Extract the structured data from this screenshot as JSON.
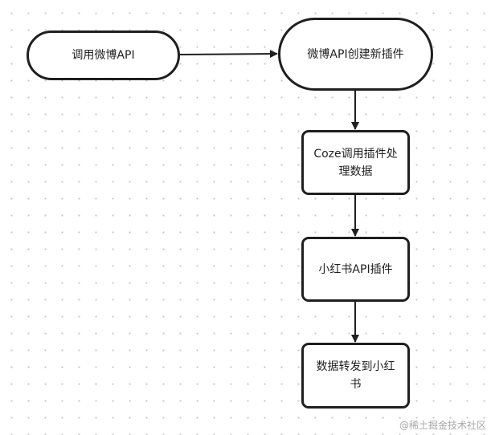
{
  "nodes": {
    "call_weibo_api": "调用微博API",
    "create_weibo_plugin": "微博API创建新插件",
    "coze_process_data": "Coze调用插件处理数据",
    "xiaohongshu_plugin": "小红书API插件",
    "forward_to_xiaohongshu": "数据转发到小红书"
  },
  "edges": [
    {
      "from": "call_weibo_api",
      "to": "create_weibo_plugin"
    },
    {
      "from": "create_weibo_plugin",
      "to": "coze_process_data"
    },
    {
      "from": "coze_process_data",
      "to": "xiaohongshu_plugin"
    },
    {
      "from": "xiaohongshu_plugin",
      "to": "forward_to_xiaohongshu"
    }
  ],
  "colors": {
    "stroke": "#1f1f1f",
    "background": "#ffffff",
    "grid_dot": "#c9c9c9",
    "watermark": "#a8a8a8"
  },
  "watermark": "@稀土掘金技术社区"
}
